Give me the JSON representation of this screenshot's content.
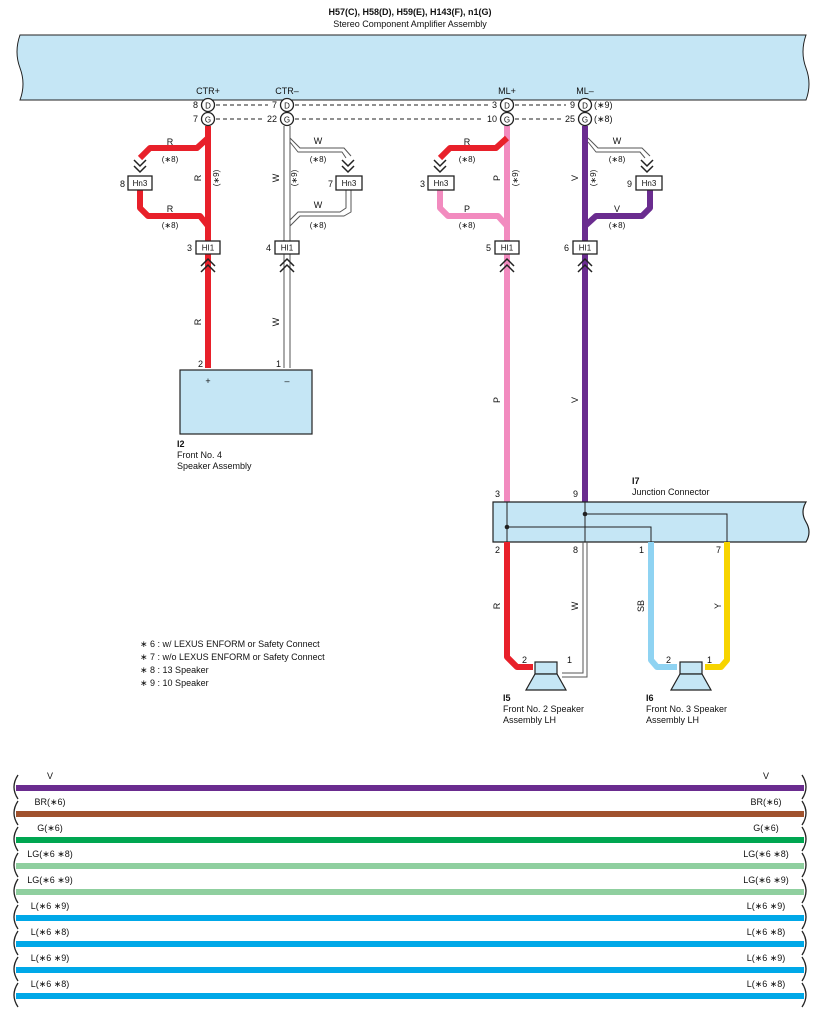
{
  "amplifier": {
    "codes": "H57(C), H58(D), H59(E), H143(F), n1(G)",
    "name": "Stereo Component Amplifier Assembly",
    "terminals": [
      {
        "label": "CTR+",
        "d_pin": "8",
        "g_pin": "7",
        "d_letter": "D",
        "g_letter": "G",
        "d_note": "",
        "g_note": ""
      },
      {
        "label": "CTR–",
        "d_pin": "7",
        "g_pin": "22",
        "d_letter": "D",
        "g_letter": "G",
        "d_note": "",
        "g_note": ""
      },
      {
        "label": "ML+",
        "d_pin": "3",
        "g_pin": "10",
        "d_letter": "D",
        "g_letter": "G",
        "d_note": "",
        "g_note": ""
      },
      {
        "label": "ML–",
        "d_pin": "9",
        "g_pin": "25",
        "d_letter": "D",
        "g_letter": "G",
        "d_note": "(∗9)",
        "g_note": "(∗8)"
      }
    ]
  },
  "wire_colors": {
    "R": "#e8202a",
    "W": "#ffffff",
    "P": "#f28bbf",
    "V": "#6a2c8f",
    "SB": "#8fd3f2",
    "Y": "#f7d400",
    "BR": "#a0522d",
    "G": "#00a651",
    "LG": "#8fcf9f",
    "L": "#00a8e8",
    "fill": "#c5e6f5"
  },
  "connectors": {
    "hn3": "Hn3",
    "hi1": "HI1",
    "pins": {
      "hn3_ctr": "8",
      "hn3_ctrm": "7",
      "hn3_mlp": "3",
      "hn3_mlm": "9",
      "hi1_ctr": "3",
      "hi1_ctrm": "4",
      "hi1_mlp": "5",
      "hi1_mlm": "6"
    }
  },
  "wire_labels": {
    "r": "R",
    "w": "W",
    "p": "P",
    "v": "V",
    "sb": "SB",
    "y": "Y",
    "n8": "(∗8)",
    "n9": "(∗9)"
  },
  "speaker_i2": {
    "code": "I2",
    "name_line1": "Front No.  4",
    "name_line2": "Speaker Assembly",
    "pin_plus": "2",
    "pin_minus": "1",
    "sign_plus": "+",
    "sign_minus": "–"
  },
  "junction": {
    "code": "I7",
    "name": "Junction Connector",
    "pin_in_p": "3",
    "pin_in_v": "9",
    "pin_out_r": "2",
    "pin_out_w": "8",
    "pin_out_sb": "1",
    "pin_out_y": "7"
  },
  "speaker_i5": {
    "code": "I5",
    "name_line1": "Front No.  2 Speaker",
    "name_line2": "Assembly LH",
    "pin_a": "2",
    "pin_b": "1"
  },
  "speaker_i6": {
    "code": "I6",
    "name_line1": "Front No.  3 Speaker",
    "name_line2": "Assembly LH",
    "pin_a": "2",
    "pin_b": "1"
  },
  "notes": [
    "∗ 6 : w/ LEXUS ENFORM or Safety Connect",
    "∗ 7 : w/o LEXUS ENFORM or Safety Connect",
    "∗ 8 : 13 Speaker",
    "∗ 9 : 10 Speaker"
  ],
  "harness": [
    {
      "label": "V",
      "color": "#6a2c8f"
    },
    {
      "label": "BR(∗6)",
      "color": "#a0522d"
    },
    {
      "label": "G(∗6)",
      "color": "#00a651"
    },
    {
      "label": "LG(∗6 ∗8)",
      "color": "#8fcf9f"
    },
    {
      "label": "LG(∗6 ∗9)",
      "color": "#8fcf9f"
    },
    {
      "label": "L(∗6 ∗9)",
      "color": "#00a8e8"
    },
    {
      "label": "L(∗6 ∗8)",
      "color": "#00a8e8"
    },
    {
      "label": "L(∗6 ∗9)",
      "color": "#00a8e8"
    },
    {
      "label": "L(∗6 ∗8)",
      "color": "#00a8e8"
    }
  ]
}
